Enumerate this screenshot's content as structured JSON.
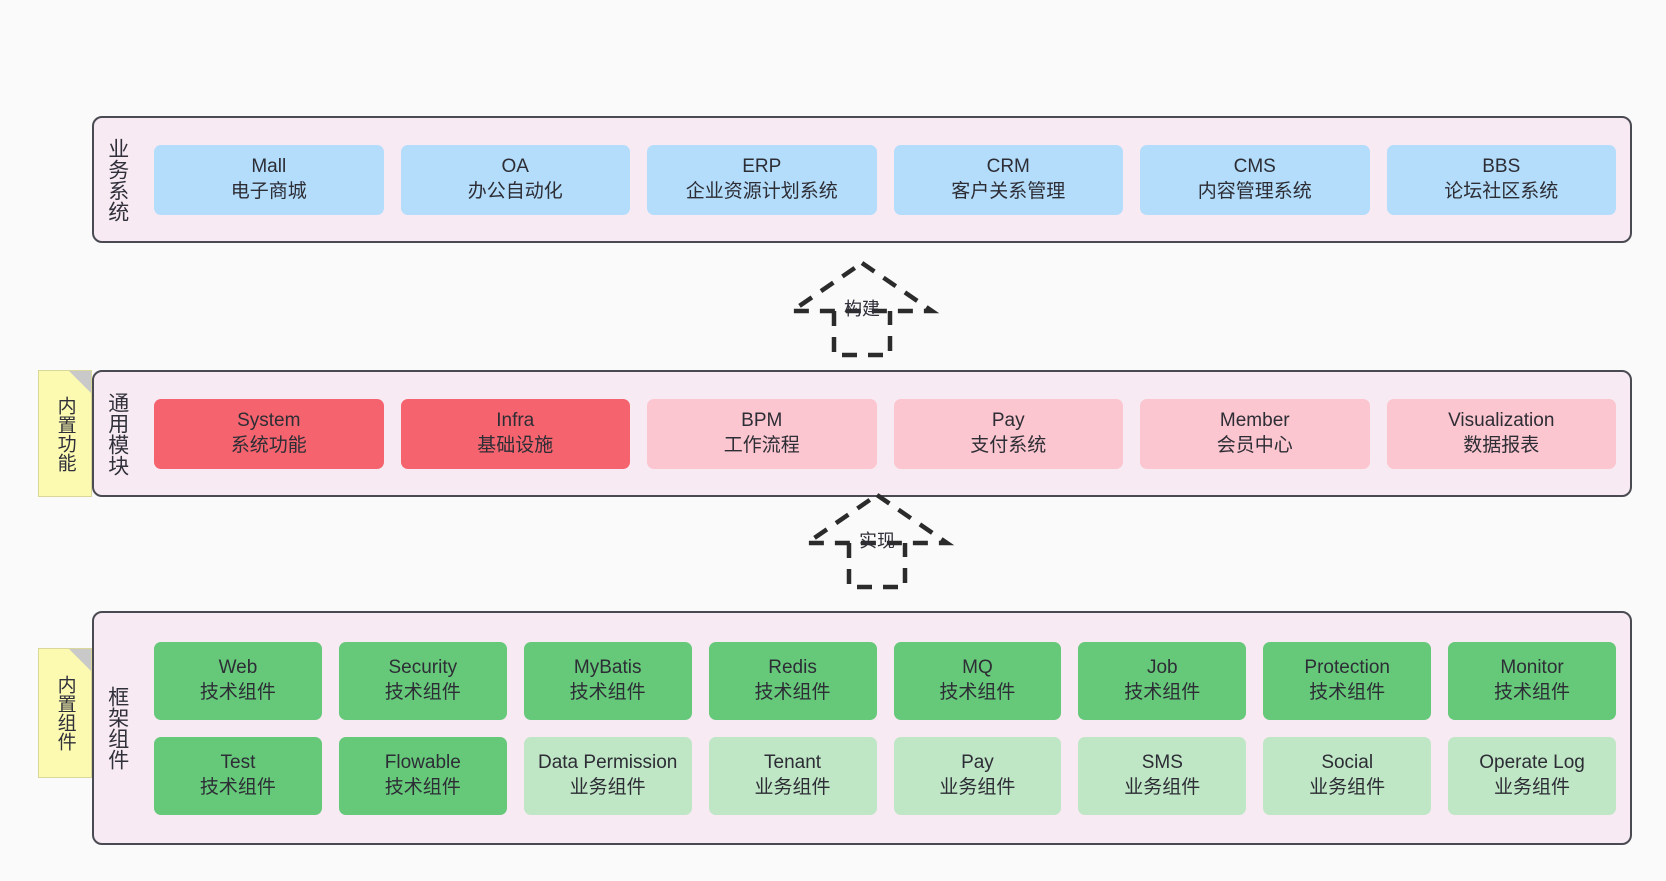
{
  "diagram": {
    "title": "",
    "background": "#fafafa",
    "colors": {
      "container": "#f7eaf3",
      "container_border": "#4a4a52",
      "business": "#b3ddfb",
      "module_core": "#f5646e",
      "module_optional": "#fbc6cf",
      "component_tech": "#66c97a",
      "component_business": "#bfe6c5",
      "note": "#fcfab0",
      "text": "#30303a"
    }
  },
  "notes": [
    {
      "id": "builtin-functions",
      "label": "内置功能"
    },
    {
      "id": "builtin-components",
      "label": "内置组件"
    }
  ],
  "connectors": [
    {
      "id": "build",
      "label": "构建",
      "style": "dashed-realization",
      "direction": "up"
    },
    {
      "id": "realize",
      "label": "实现",
      "style": "dashed-realization",
      "direction": "up"
    }
  ],
  "layers": [
    {
      "id": "business-system",
      "title": "业务系统",
      "rows": [
        [
          {
            "name": "Mall",
            "desc": "电子商城",
            "color": "blue"
          },
          {
            "name": "OA",
            "desc": "办公自动化",
            "color": "blue"
          },
          {
            "name": "ERP",
            "desc": "企业资源计划系统",
            "color": "blue"
          },
          {
            "name": "CRM",
            "desc": "客户关系管理",
            "color": "blue"
          },
          {
            "name": "CMS",
            "desc": "内容管理系统",
            "color": "blue"
          },
          {
            "name": "BBS",
            "desc": "论坛社区系统",
            "color": "blue"
          }
        ]
      ]
    },
    {
      "id": "general-modules",
      "title": "通用模块",
      "rows": [
        [
          {
            "name": "System",
            "desc": "系统功能",
            "color": "red"
          },
          {
            "name": "Infra",
            "desc": "基础设施",
            "color": "red"
          },
          {
            "name": "BPM",
            "desc": "工作流程",
            "color": "pink"
          },
          {
            "name": "Pay",
            "desc": "支付系统",
            "color": "pink"
          },
          {
            "name": "Member",
            "desc": "会员中心",
            "color": "pink"
          },
          {
            "name": "Visualization",
            "desc": "数据报表",
            "color": "pink"
          }
        ]
      ]
    },
    {
      "id": "framework-components",
      "title": "框架组件",
      "rows": [
        [
          {
            "name": "Web",
            "desc": "技术组件",
            "color": "green"
          },
          {
            "name": "Security",
            "desc": "技术组件",
            "color": "green"
          },
          {
            "name": "MyBatis",
            "desc": "技术组件",
            "color": "green"
          },
          {
            "name": "Redis",
            "desc": "技术组件",
            "color": "green"
          },
          {
            "name": "MQ",
            "desc": "技术组件",
            "color": "green"
          },
          {
            "name": "Job",
            "desc": "技术组件",
            "color": "green"
          },
          {
            "name": "Protection",
            "desc": "技术组件",
            "color": "green"
          },
          {
            "name": "Monitor",
            "desc": "技术组件",
            "color": "green"
          }
        ],
        [
          {
            "name": "Test",
            "desc": "技术组件",
            "color": "green"
          },
          {
            "name": "Flowable",
            "desc": "技术组件",
            "color": "green"
          },
          {
            "name": "Data Permission",
            "desc": "业务组件",
            "color": "green-light"
          },
          {
            "name": "Tenant",
            "desc": "业务组件",
            "color": "green-light"
          },
          {
            "name": "Pay",
            "desc": "业务组件",
            "color": "green-light"
          },
          {
            "name": "SMS",
            "desc": "业务组件",
            "color": "green-light"
          },
          {
            "name": "Social",
            "desc": "业务组件",
            "color": "green-light"
          },
          {
            "name": "Operate Log",
            "desc": "业务组件",
            "color": "green-light"
          }
        ]
      ]
    }
  ]
}
